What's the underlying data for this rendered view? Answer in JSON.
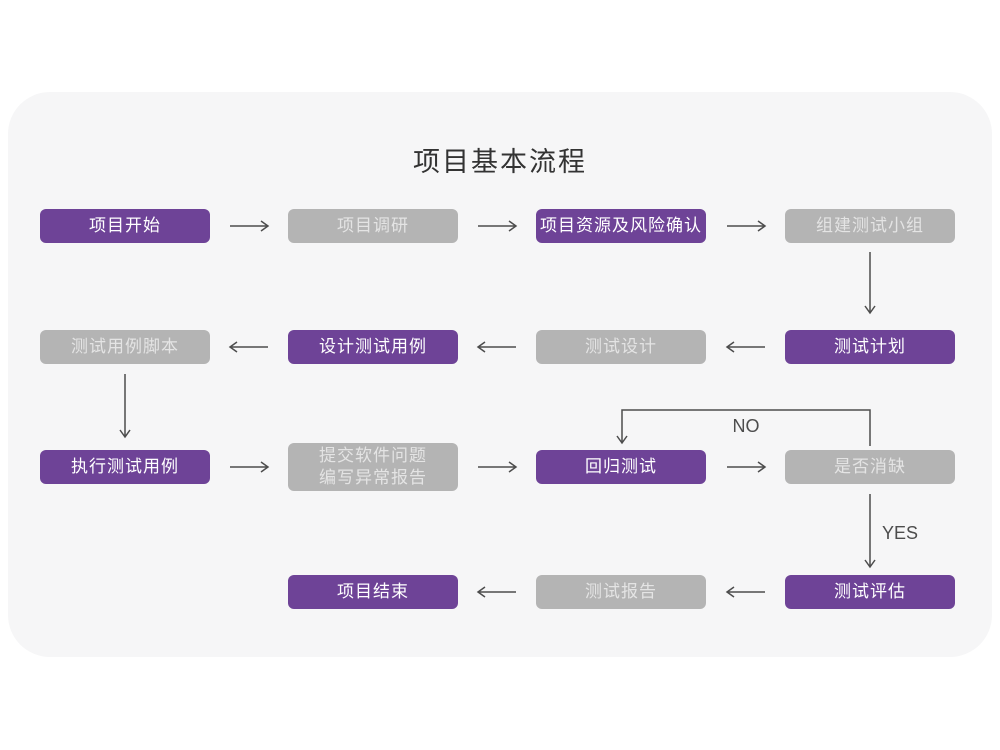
{
  "title": "项目基本流程",
  "colors": {
    "primary": "#6e4397",
    "secondary": "#b4b4b4",
    "primary_text": "#ffffff",
    "secondary_text": "#e4e4e4",
    "arrow": "#4d4d4d",
    "title_color": "#333333",
    "card_background": "#f6f6f7",
    "page_background": "#ffffff"
  },
  "flowchart": {
    "nodes": [
      {
        "id": "project-start",
        "label": "项目开始",
        "variant": "primary"
      },
      {
        "id": "project-research",
        "label": "项目调研",
        "variant": "secondary"
      },
      {
        "id": "resource-risk",
        "label": "项目资源及风险确认",
        "variant": "primary"
      },
      {
        "id": "build-test-team",
        "label": "组建测试小组",
        "variant": "secondary"
      },
      {
        "id": "test-plan",
        "label": "测试计划",
        "variant": "primary"
      },
      {
        "id": "test-design",
        "label": "测试设计",
        "variant": "secondary"
      },
      {
        "id": "design-test-case",
        "label": "设计测试用例",
        "variant": "primary"
      },
      {
        "id": "test-case-script",
        "label": "测试用例脚本",
        "variant": "secondary"
      },
      {
        "id": "execute-test-case",
        "label": "执行测试用例",
        "variant": "primary"
      },
      {
        "id": "submit-issue-report",
        "label": "提交软件问题\n编写异常报告",
        "variant": "secondary"
      },
      {
        "id": "regression-test",
        "label": "回归测试",
        "variant": "primary"
      },
      {
        "id": "defect-cleared",
        "label": "是否消缺",
        "variant": "secondary"
      },
      {
        "id": "test-evaluation",
        "label": "测试评估",
        "variant": "primary"
      },
      {
        "id": "test-report",
        "label": "测试报告",
        "variant": "secondary"
      },
      {
        "id": "project-end",
        "label": "项目结束",
        "variant": "primary"
      }
    ],
    "edge_labels": {
      "no": "NO",
      "yes": "YES"
    }
  }
}
